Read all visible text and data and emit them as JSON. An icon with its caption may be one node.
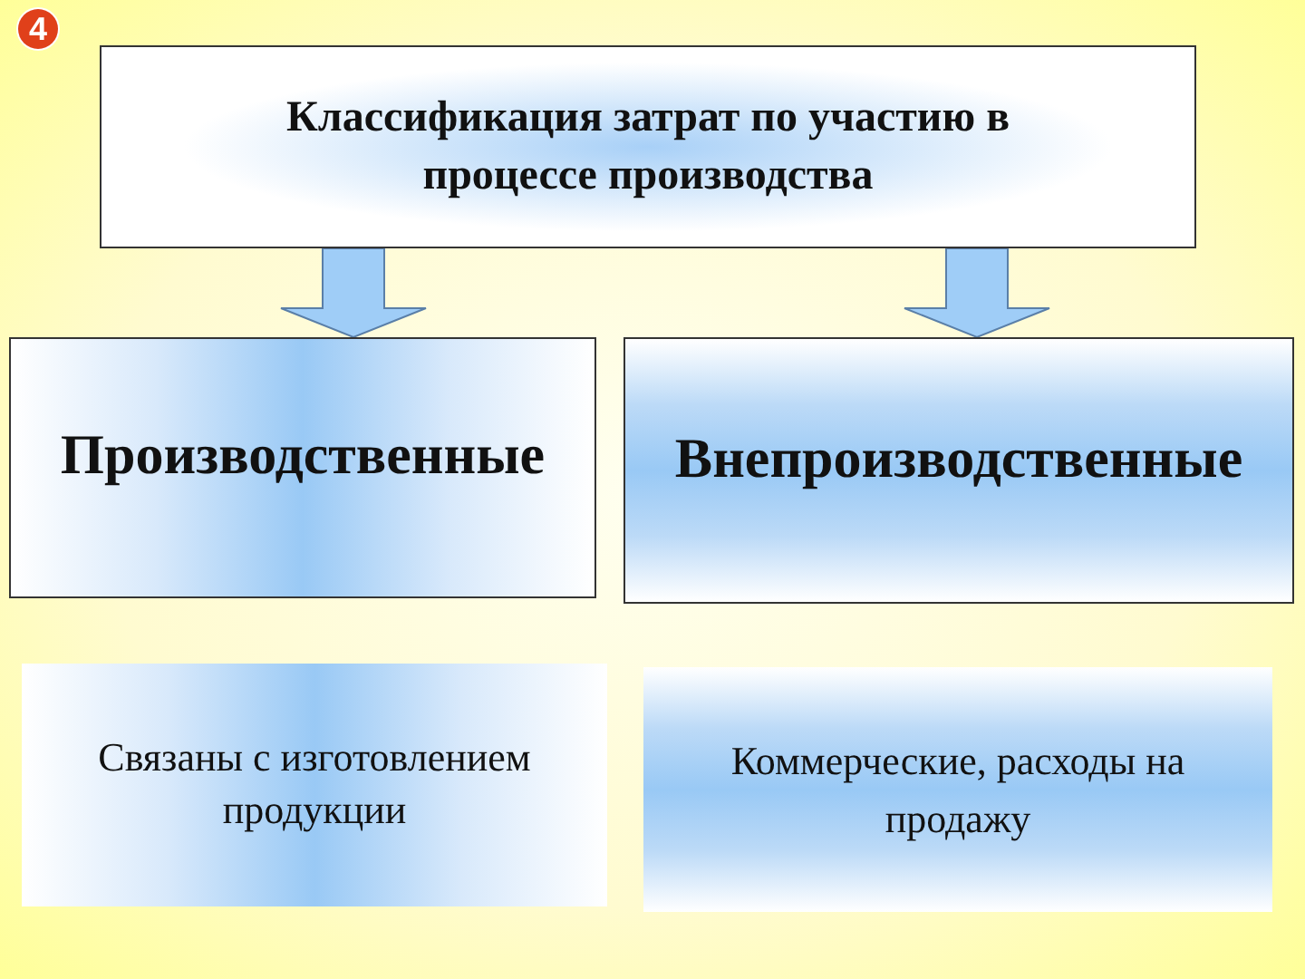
{
  "diagram": {
    "nodes": [
      {
        "text": [
          "Классификация затрат по участию в процессе производства"
        ]
      },
      {
        "text": [
          "Производственные"
        ]
      },
      {
        "text": [
          "Внепроизводственные"
        ]
      },
      {
        "text": [
          "Связаны с изготовлением продукции"
        ]
      },
      {
        "text": [
          "Коммерческие, расходы на продажу"
        ]
      }
    ],
    "edges": [
      {
        "from": 0,
        "to": 1,
        "arrow": "to"
      },
      {
        "from": 0,
        "to": 2,
        "arrow": "to"
      }
    ],
    "labels": [
      "4"
    ]
  }
}
